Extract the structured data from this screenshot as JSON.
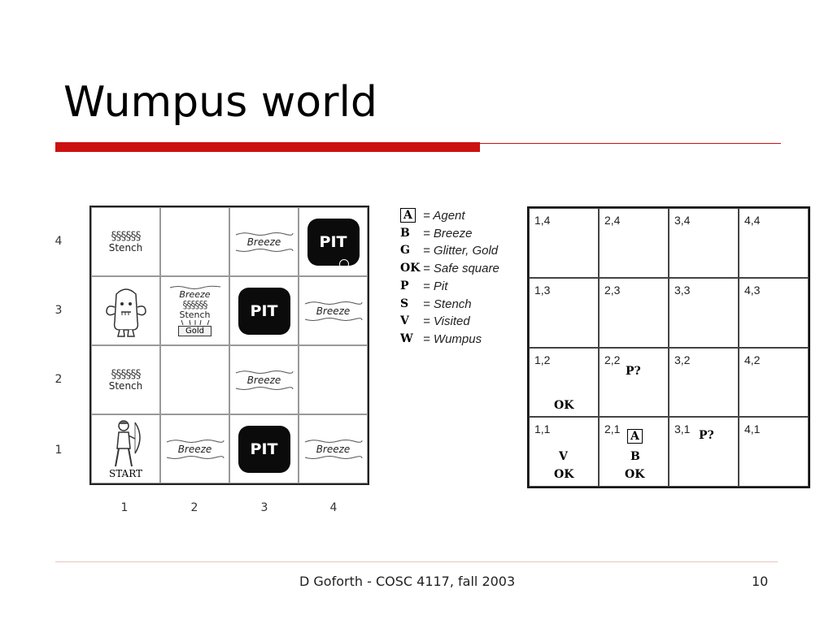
{
  "slide": {
    "title": "Wumpus world",
    "footer": "D Goforth - COSC 4117, fall 2003",
    "page_number": "10"
  },
  "world": {
    "row_labels": [
      "4",
      "3",
      "2",
      "1"
    ],
    "col_labels": [
      "1",
      "2",
      "3",
      "4"
    ],
    "labels": {
      "stench": "Stench",
      "breeze": "Breeze",
      "pit": "PIT",
      "gold": "Gold",
      "start": "START"
    }
  },
  "legend": [
    {
      "key": "A",
      "value": "= Agent"
    },
    {
      "key": "B",
      "value": "= Breeze"
    },
    {
      "key": "G",
      "value": "= Glitter, Gold"
    },
    {
      "key": "OK",
      "value": "= Safe square"
    },
    {
      "key": "P",
      "value": "= Pit"
    },
    {
      "key": "S",
      "value": "= Stench"
    },
    {
      "key": "V",
      "value": "= Visited"
    },
    {
      "key": "W",
      "value": "= Wumpus"
    }
  ],
  "knowledge": {
    "rows": [
      [
        "1,4",
        "2,4",
        "3,4",
        "4,4"
      ],
      [
        "1,3",
        "2,3",
        "3,3",
        "4,3"
      ],
      [
        "1,2",
        "2,2",
        "3,2",
        "4,2"
      ],
      [
        "1,1",
        "2,1",
        "3,1",
        "4,1"
      ]
    ],
    "marks": {
      "c22_p": "P?",
      "c12_ok": "OK",
      "c11_v": "V",
      "c11_ok": "OK",
      "c21_a": "A",
      "c21_b": "B",
      "c21_ok": "OK",
      "c31_p": "P?"
    }
  }
}
